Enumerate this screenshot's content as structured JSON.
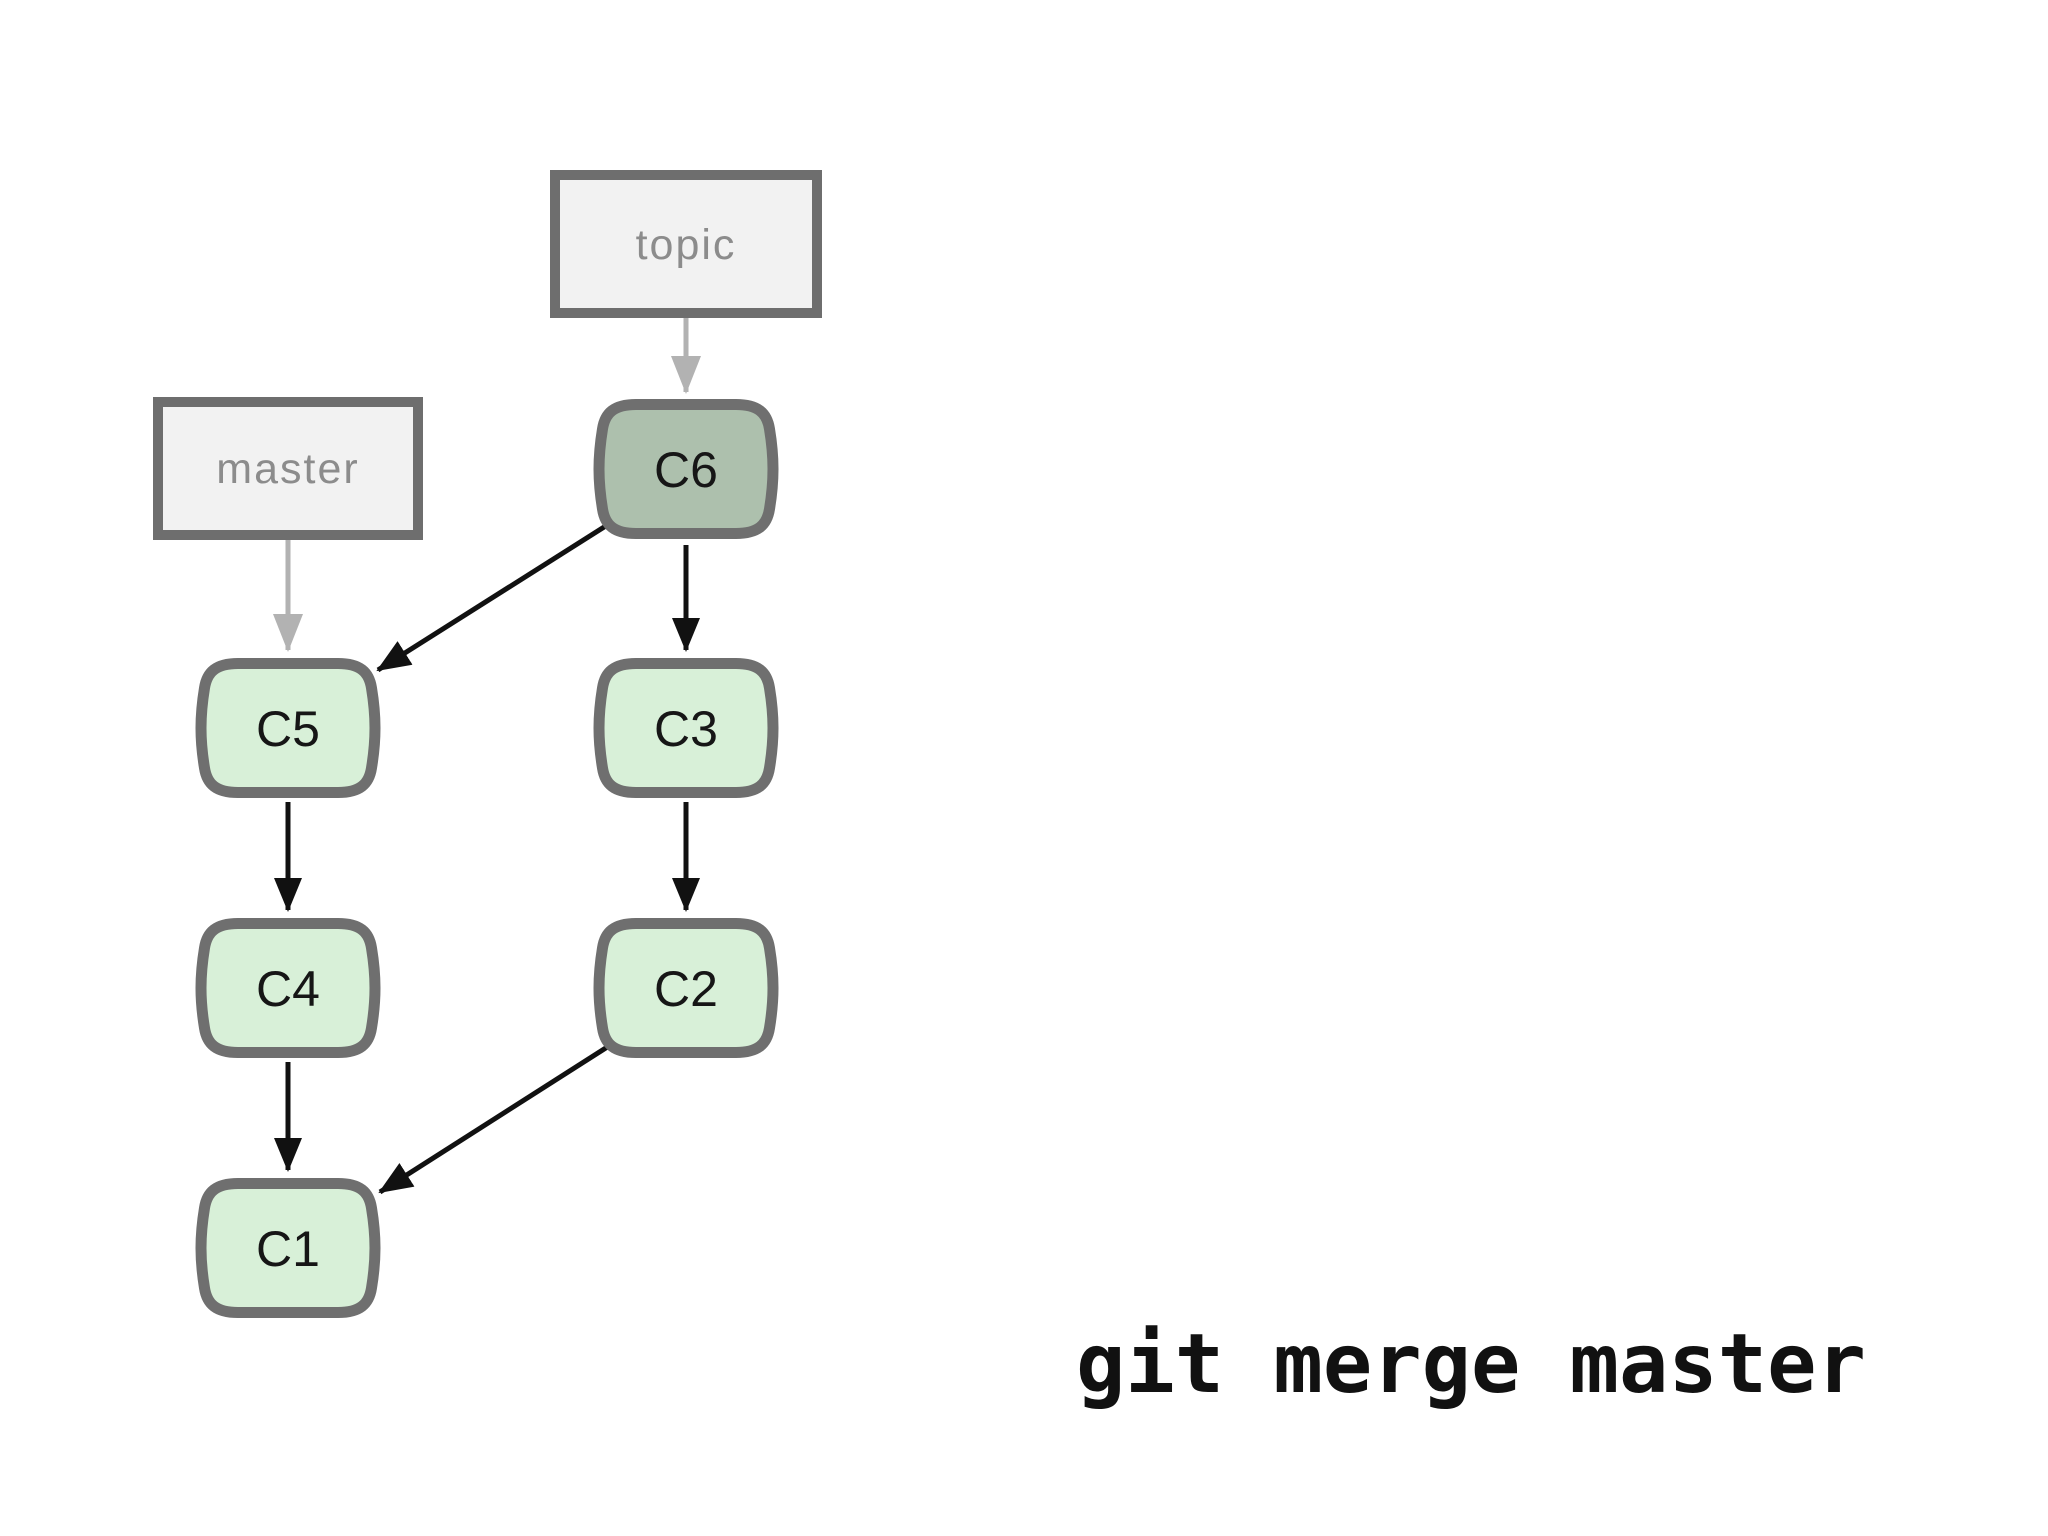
{
  "colors": {
    "background": "#ffffff",
    "commit_fill": "#d8f0d8",
    "merged_commit_fill": "#adc0ad",
    "commit_border": "#6f6f6f",
    "commit_text": "#161616",
    "label_fill": "#f2f2f2",
    "label_border": "#6e6e6e",
    "label_text": "#8c8c8c",
    "edge_black": "#111111",
    "edge_gray": "#b2b2b2"
  },
  "branch_labels": [
    {
      "name": "topic",
      "text": "topic",
      "points_to": "C6"
    },
    {
      "name": "master",
      "text": "master",
      "points_to": "C5"
    }
  ],
  "commits": [
    {
      "id": "C6",
      "label": "C6",
      "branch": "topic",
      "highlighted": true
    },
    {
      "id": "C5",
      "label": "C5",
      "branch": "master",
      "highlighted": false
    },
    {
      "id": "C3",
      "label": "C3",
      "branch": "topic",
      "highlighted": false
    },
    {
      "id": "C4",
      "label": "C4",
      "branch": "master",
      "highlighted": false
    },
    {
      "id": "C2",
      "label": "C2",
      "branch": "topic",
      "highlighted": false
    },
    {
      "id": "C1",
      "label": "C1",
      "branch": "shared",
      "highlighted": false
    }
  ],
  "edges": [
    {
      "from": "topic",
      "to": "C6",
      "type": "branch-pointer"
    },
    {
      "from": "master",
      "to": "C5",
      "type": "branch-pointer"
    },
    {
      "from": "C6",
      "to": "C5",
      "type": "parent"
    },
    {
      "from": "C6",
      "to": "C3",
      "type": "parent"
    },
    {
      "from": "C5",
      "to": "C4",
      "type": "parent"
    },
    {
      "from": "C3",
      "to": "C2",
      "type": "parent"
    },
    {
      "from": "C4",
      "to": "C1",
      "type": "parent"
    },
    {
      "from": "C2",
      "to": "C1",
      "type": "parent"
    }
  ],
  "caption": {
    "text": "git merge master"
  }
}
